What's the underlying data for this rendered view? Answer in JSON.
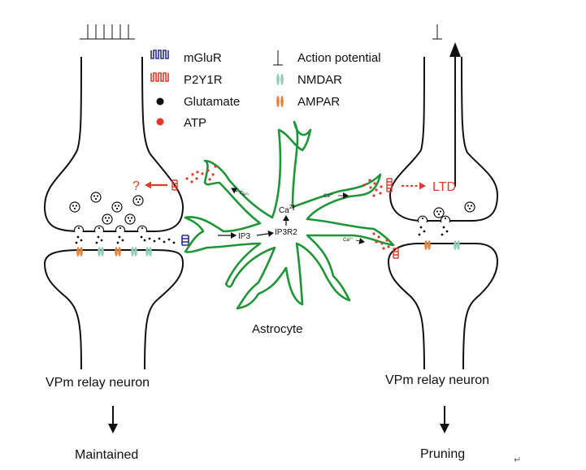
{
  "legend": {
    "mglur": "mGluR",
    "p2y1r": "P2Y1R",
    "glutamate": "Glutamate",
    "atp": "ATP",
    "action_potential": "Action potential",
    "nmdar": "NMDAR",
    "ampar": "AMPAR"
  },
  "labels": {
    "astrocyte": "Astrocyte",
    "left_neuron": "VPm relay neuron",
    "right_neuron": "VPm relay neuron",
    "left_outcome": "Maintained",
    "right_outcome": "Pruning",
    "ltd": "LTD",
    "question": "?",
    "ip3": "IP3",
    "ip3r2": "IP3R2",
    "ca_center": "Ca",
    "ca_center_sup": "2+",
    "ca_small": "Ca",
    "ca_small_sup": "2+",
    "return_mark": "↵"
  },
  "colors": {
    "astrocyte": "#1e9637",
    "mglur": "#2a2f8f",
    "p2y1r": "#e03a2f",
    "atp": "#e03a2f",
    "nmdar": "#8fcfb6",
    "ampar": "#e8823a",
    "text": "#111111"
  }
}
